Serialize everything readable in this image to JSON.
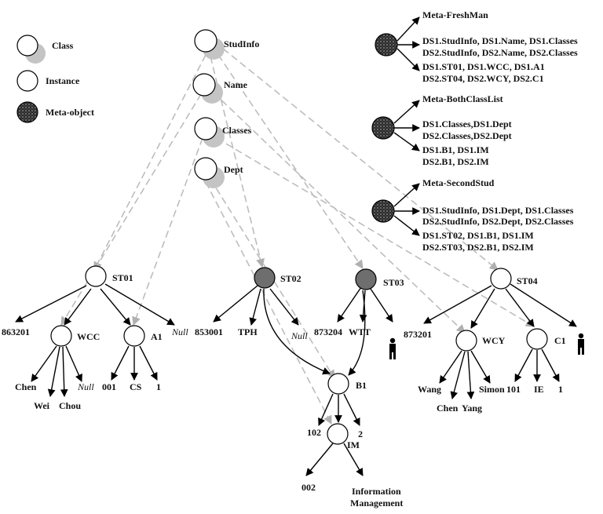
{
  "legend": {
    "class_label": "Class",
    "instance_label": "Instance",
    "meta_label": "Meta-object"
  },
  "classes": {
    "studinfo": "StudInfo",
    "name": "Name",
    "classes": "Classes",
    "dept": "Dept"
  },
  "meta": {
    "freshman": {
      "title": "Meta-FreshMan",
      "line1": "DS1.StudInfo, DS1.Name, DS1.Classes",
      "line2": "DS2.StudInfo, DS2.Name, DS2.Classes",
      "line3": "DS1.ST01, DS1.WCC, DS1.A1",
      "line4": "DS2.ST04, DS2.WCY, DS2.C1"
    },
    "bothclass": {
      "title": "Meta-BothClassList",
      "line1": "DS1.Classes,DS1.Dept",
      "line2": "DS2.Classes,DS2.Dept",
      "line3": "DS1.B1, DS1.IM",
      "line4": "DS2.B1, DS2.IM"
    },
    "secondstud": {
      "title": "Meta-SecondStud",
      "line1": "DS1.StudInfo, DS1.Dept, DS1.Classes",
      "line2": "DS2.StudInfo, DS2.Dept, DS2.Classes",
      "line3": "DS1.ST02, DS1.B1, DS1.IM",
      "line4": "DS2.ST03, DS2.B1, DS2.IM"
    }
  },
  "nodes": {
    "st01": "ST01",
    "st02": "ST02",
    "st03": "ST03",
    "st04": "ST04",
    "wcc": "WCC",
    "a1": "A1",
    "wcy": "WCY",
    "c1": "C1",
    "b1": "B1",
    "im": "IM"
  },
  "leaves": {
    "st01_id": "863201",
    "st01_null": "Null",
    "wcc_chen": "Chen",
    "wcc_wei": "Wei",
    "wcc_chou": "Chou",
    "wcc_null": "Null",
    "a1_001": "001",
    "a1_cs": "CS",
    "a1_1": "1",
    "st02_id": "853001",
    "st02_tph": "TPH",
    "st02_null": "Null",
    "st03_id": "873204",
    "st03_wtt": "WTT",
    "b1_102": "102",
    "b1_2": "2",
    "im_002": "002",
    "im_name1": "Information",
    "im_name2": "Management",
    "st04_id": "873201",
    "wcy_wang": "Wang",
    "wcy_chen": "Chen",
    "wcy_yang": "Yang",
    "wcy_simon": "Simon",
    "c1_101": "101",
    "c1_ie": "IE",
    "c1_1": "1"
  },
  "colors": {
    "instance_fill": "#ffffff",
    "highlight_fill": "#6e6e6e",
    "class_shadow": "#c4c4c4",
    "dashed_link": "#bdbdbd",
    "meta_fill": "#2a2a2a"
  },
  "icons": {
    "meta_object": "meta-object-icon",
    "person": "person-icon"
  }
}
